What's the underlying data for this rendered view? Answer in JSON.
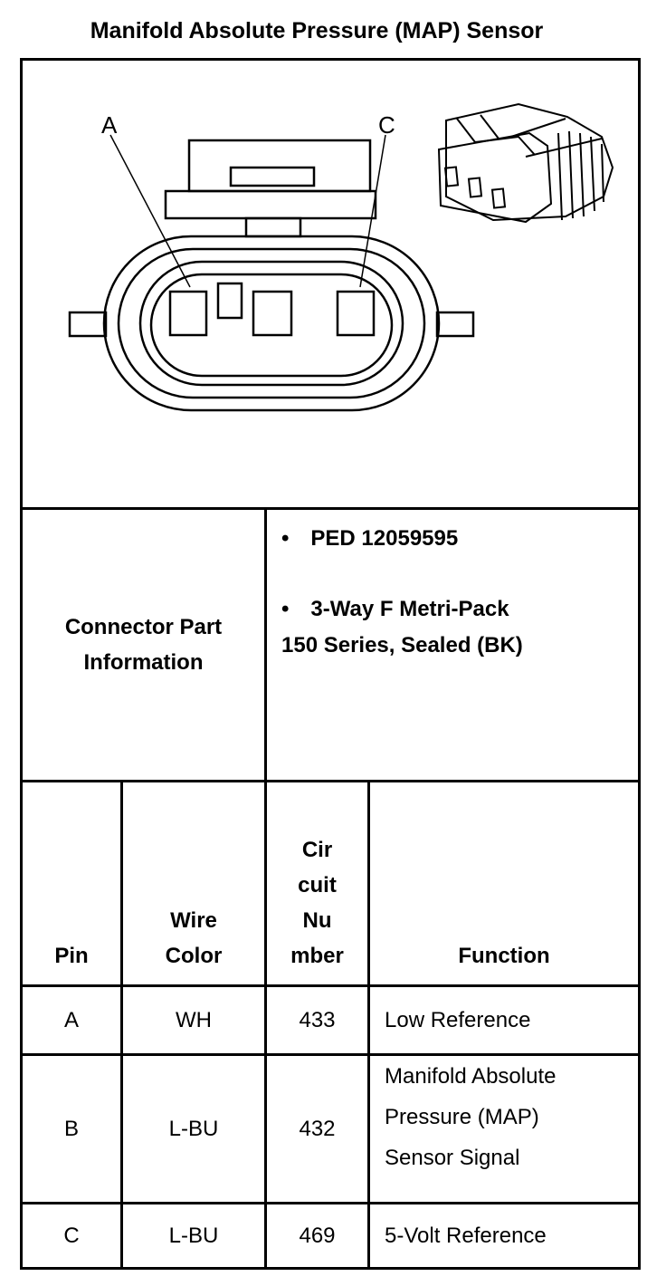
{
  "title": "Manifold Absolute Pressure (MAP) Sensor",
  "diagram": {
    "pin_labels": [
      "A",
      "C"
    ]
  },
  "connector_info": {
    "label": "Connector Part Information",
    "bullet_symbol": "•",
    "items": [
      {
        "line1": "PED 12059595",
        "line2": ""
      },
      {
        "line1": "3-Way F Metri-Pack",
        "line2": "150 Series, Sealed (BK)"
      }
    ]
  },
  "table": {
    "headers": {
      "pin": "Pin",
      "wire_color": [
        "Wire",
        "Color"
      ],
      "circuit_number": [
        "Cir",
        "cuit",
        "Nu",
        "mber"
      ],
      "function": "Function"
    },
    "rows": [
      {
        "pin": "A",
        "wire": "WH",
        "circuit": "433",
        "function": [
          "Low Reference"
        ]
      },
      {
        "pin": "B",
        "wire": "L-BU",
        "circuit": "432",
        "function": [
          "Manifold Absolute",
          "Pressure (MAP)",
          "Sensor Signal"
        ]
      },
      {
        "pin": "C",
        "wire": "L-BU",
        "circuit": "469",
        "function": [
          "5-Volt Reference"
        ]
      }
    ]
  }
}
